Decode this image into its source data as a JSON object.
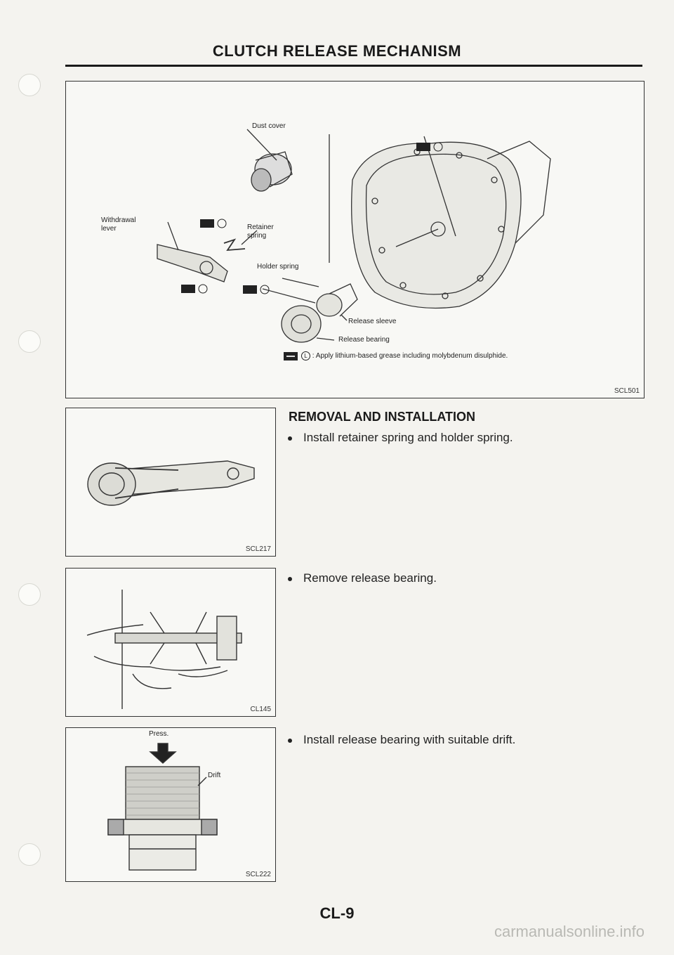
{
  "header": {
    "title": "CLUTCH RELEASE MECHANISM"
  },
  "figure_main": {
    "labels": {
      "dust_cover": "Dust cover",
      "withdrawal_lever_1": "Withdrawal",
      "withdrawal_lever_2": "lever",
      "retainer_spring_1": "Retainer",
      "retainer_spring_2": "spring",
      "holder_spring": "Holder spring",
      "release_sleeve": "Release sleeve",
      "release_bearing": "Release bearing",
      "grease_symbol": "L"
    },
    "legend": ": Apply lithium-based grease including molybdenum disulphide.",
    "ref": "SCL501"
  },
  "section": {
    "heading": "REMOVAL AND INSTALLATION",
    "steps": [
      {
        "text": "Install retainer spring and holder spring.",
        "fig_ref": "SCL217"
      },
      {
        "text": "Remove release bearing.",
        "fig_ref": "CL145"
      },
      {
        "text": "Install release bearing with suitable drift.",
        "fig_ref": "SCL222",
        "labels": {
          "press": "Press.",
          "drift": "Drift"
        }
      }
    ]
  },
  "footer": {
    "page_number": "CL-9",
    "watermark": "carmanualsonline.info"
  }
}
